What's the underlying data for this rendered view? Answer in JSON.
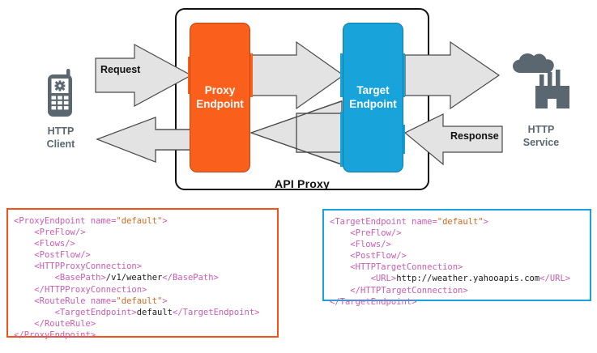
{
  "diagram": {
    "title": "API Proxy",
    "container_label": "API Proxy",
    "colors": {
      "proxy_endpoint": "#fa5f1b",
      "target_endpoint": "#19a3db",
      "arrow_fill": "#e3e3e3",
      "arrow_stroke": "#4a4a4a",
      "icon": "#5b6770",
      "proxy_panel_border": "#f1511b",
      "target_panel_border": "#19a3db",
      "tag": "#cc5bb0",
      "attr_value": "#d2691e",
      "text_node": "#1a1a1a"
    },
    "boxes": [
      {
        "id": "proxy-endpoint",
        "label_line1": "Proxy",
        "label_line2": "Endpoint"
      },
      {
        "id": "target-endpoint",
        "label_line1": "Target",
        "label_line2": "Endpoint"
      }
    ],
    "nodes": [
      {
        "id": "http-client",
        "icon": "mobile-phone-gear-icon",
        "label_line1": "HTTP",
        "label_line2": "Client"
      },
      {
        "id": "http-service",
        "icon": "factory-cloud-icon",
        "label_line1": "HTTP",
        "label_line2": "Service"
      }
    ],
    "arrow_labels": [
      {
        "id": "request",
        "label": "Request"
      },
      {
        "id": "response",
        "label": "Response"
      }
    ]
  },
  "code_panels": [
    {
      "id": "proxy-endpoint-xml",
      "border_color": "#f1511b",
      "lines": [
        [
          {
            "t": "tg",
            "v": "<ProxyEndpoint "
          },
          {
            "t": "at",
            "v": "name="
          },
          {
            "t": "av",
            "v": "\"default\""
          },
          {
            "t": "tg",
            "v": ">"
          }
        ],
        [
          {
            "t": "tx",
            "v": "    "
          },
          {
            "t": "tg",
            "v": "<PreFlow/>"
          }
        ],
        [
          {
            "t": "tx",
            "v": "    "
          },
          {
            "t": "tg",
            "v": "<Flows/>"
          }
        ],
        [
          {
            "t": "tx",
            "v": "    "
          },
          {
            "t": "tg",
            "v": "<PostFlow/>"
          }
        ],
        [
          {
            "t": "tx",
            "v": "    "
          },
          {
            "t": "tg",
            "v": "<HTTPProxyConnection>"
          }
        ],
        [
          {
            "t": "tx",
            "v": "        "
          },
          {
            "t": "tg",
            "v": "<BasePath>"
          },
          {
            "t": "tx",
            "v": "/v1/weather"
          },
          {
            "t": "tg",
            "v": "</BasePath>"
          }
        ],
        [
          {
            "t": "tx",
            "v": "    "
          },
          {
            "t": "tg",
            "v": "</HTTPProxyConnection>"
          }
        ],
        [
          {
            "t": "tx",
            "v": "    "
          },
          {
            "t": "tg",
            "v": "<RouteRule "
          },
          {
            "t": "at",
            "v": "name="
          },
          {
            "t": "av",
            "v": "\"default\""
          },
          {
            "t": "tg",
            "v": ">"
          }
        ],
        [
          {
            "t": "tx",
            "v": "        "
          },
          {
            "t": "tg",
            "v": "<TargetEndpoint>"
          },
          {
            "t": "tx",
            "v": "default"
          },
          {
            "t": "tg",
            "v": "</TargetEndpoint>"
          }
        ],
        [
          {
            "t": "tx",
            "v": "    "
          },
          {
            "t": "tg",
            "v": "</RouteRule>"
          }
        ],
        [
          {
            "t": "tg",
            "v": "</ProxyEndpoint>"
          }
        ]
      ]
    },
    {
      "id": "target-endpoint-xml",
      "border_color": "#19a3db",
      "lines": [
        [
          {
            "t": "tg",
            "v": "<TargetEndpoint "
          },
          {
            "t": "at",
            "v": "name="
          },
          {
            "t": "av",
            "v": "\"default\""
          },
          {
            "t": "tg",
            "v": ">"
          }
        ],
        [
          {
            "t": "tx",
            "v": "    "
          },
          {
            "t": "tg",
            "v": "<PreFlow/>"
          }
        ],
        [
          {
            "t": "tx",
            "v": "    "
          },
          {
            "t": "tg",
            "v": "<Flows/>"
          }
        ],
        [
          {
            "t": "tx",
            "v": "    "
          },
          {
            "t": "tg",
            "v": "<PostFlow/>"
          }
        ],
        [
          {
            "t": "tx",
            "v": "    "
          },
          {
            "t": "tg",
            "v": "<HTTPTargetConnection>"
          }
        ],
        [
          {
            "t": "tx",
            "v": "        "
          },
          {
            "t": "tg",
            "v": "<URL>"
          },
          {
            "t": "tx",
            "v": "http://weather.yahooapis.com"
          },
          {
            "t": "tg",
            "v": "</URL>"
          }
        ],
        [
          {
            "t": "tx",
            "v": "    "
          },
          {
            "t": "tg",
            "v": "</HTTPTargetConnection>"
          }
        ],
        [
          {
            "t": "tg",
            "v": "</TargetEndpoint>"
          }
        ]
      ]
    }
  ]
}
